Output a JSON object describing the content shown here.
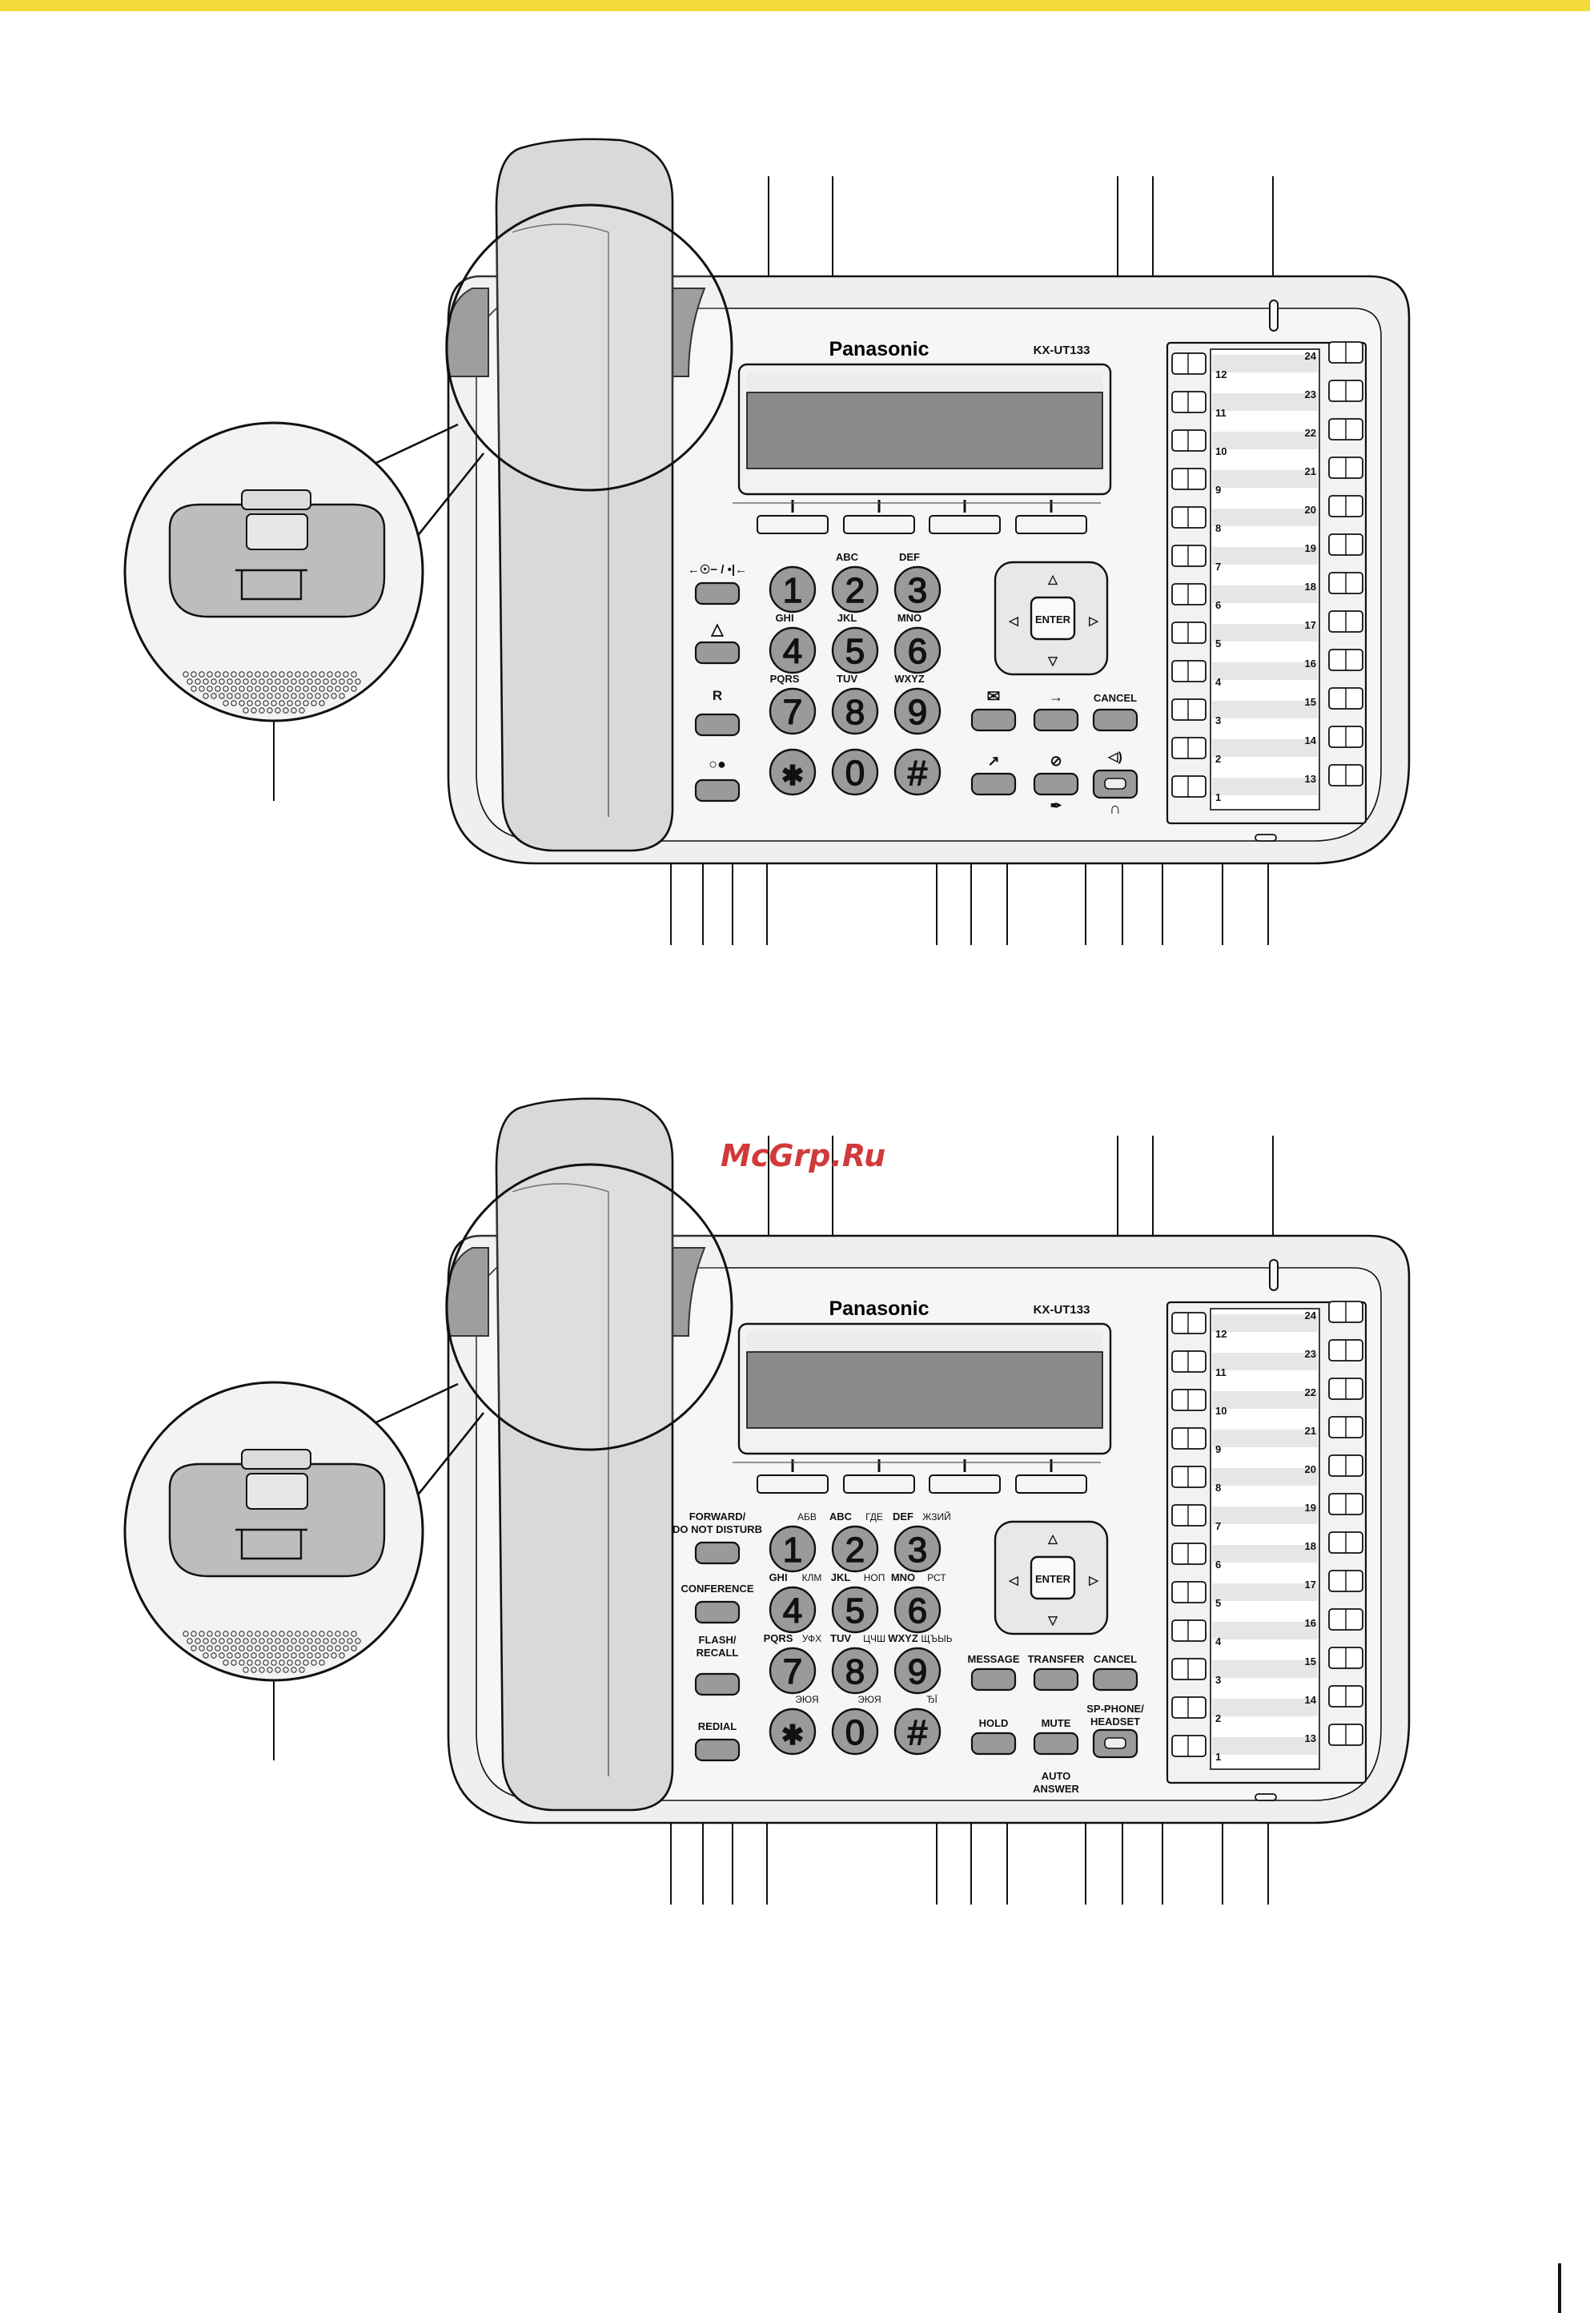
{
  "phone": {
    "brand": "Panasonic",
    "model": "KX-UT133",
    "enter_label": "ENTER",
    "keypad": [
      {
        "digit": "1",
        "letters": ""
      },
      {
        "digit": "2",
        "letters": "ABC"
      },
      {
        "digit": "3",
        "letters": "DEF"
      },
      {
        "digit": "4",
        "letters": "GHI"
      },
      {
        "digit": "5",
        "letters": "JKL"
      },
      {
        "digit": "6",
        "letters": "MNO"
      },
      {
        "digit": "7",
        "letters": "PQRS"
      },
      {
        "digit": "8",
        "letters": "TUV"
      },
      {
        "digit": "9",
        "letters": "WXYZ"
      },
      {
        "digit": "*",
        "letters": ""
      },
      {
        "digit": "0",
        "letters": ""
      },
      {
        "digit": "#",
        "letters": ""
      }
    ],
    "dss_left": [
      "12",
      "11",
      "10",
      "9",
      "8",
      "7",
      "6",
      "5",
      "4",
      "3",
      "2",
      "1"
    ],
    "dss_right": [
      "24",
      "23",
      "22",
      "21",
      "20",
      "19",
      "18",
      "17",
      "16",
      "15",
      "14",
      "13"
    ]
  },
  "top_phone": {
    "icon_labels": {
      "forward": "←☉− / •|←",
      "conference": "△",
      "flash": "R",
      "redial": "○●",
      "message": "✉",
      "hold": "↗",
      "transfer": "→",
      "mute": "⊘",
      "auto_answer": "✒",
      "speaker": "◁)",
      "headset": "∩"
    },
    "cancel_label": "CANCEL"
  },
  "bottom_phone": {
    "button_labels": {
      "forward": [
        "FORWARD/",
        "DO NOT DISTURB"
      ],
      "conference": [
        "CONFERENCE"
      ],
      "flash": [
        "FLASH/",
        "RECALL"
      ],
      "redial": [
        "REDIAL"
      ],
      "message": [
        "MESSAGE"
      ],
      "hold": [
        "HOLD"
      ],
      "transfer": [
        "TRANSFER"
      ],
      "cancel": [
        "CANCEL"
      ],
      "mute": [
        "MUTE"
      ],
      "auto_answer": [
        "AUTO",
        "ANSWER"
      ],
      "sp_phone": [
        "SP-PHONE/",
        "HEADSET"
      ]
    },
    "cyrillic": {
      "1": "АБВ",
      "2": "ГДЕ",
      "3": "ЖЗИЙ",
      "4": "КЛМ",
      "5": "НОП",
      "6": "РСТ",
      "7": "УФХ",
      "8": "ЦЧШ",
      "9": "ЩЪЫЬ",
      "*": "ЭЮЯ",
      "0": "ЭЮЯ",
      "#": "ЂЇ"
    }
  },
  "watermark": "McGrp.Ru"
}
